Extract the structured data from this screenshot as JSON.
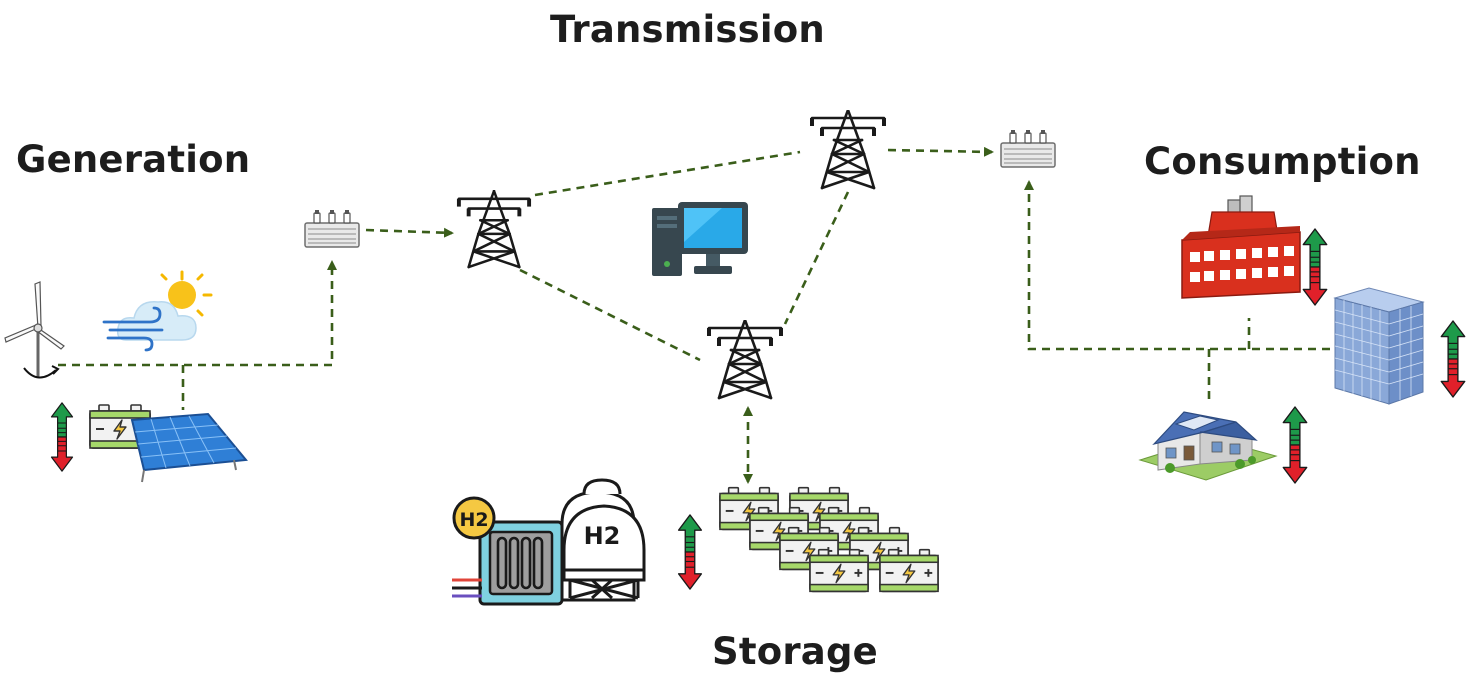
{
  "headings": {
    "transmission": "Transmission",
    "generation": "Generation",
    "consumption": "Consumption",
    "storage": "Storage"
  },
  "colors": {
    "connection_line": "#3a5e1a",
    "arrow_up": "#1e9a4a",
    "arrow_down": "#e0202a",
    "battery_body": "#f2f2f2",
    "battery_band": "#a6d86a",
    "pylon": "#1a1a1a",
    "factory": "#d9301e",
    "office": "#8aa8d8",
    "house_roof": "#4a6fb5",
    "solar_panel": "#2f7fd6",
    "monitor_screen": "#29a9e8",
    "hydrogen_badge": "#f5c842"
  },
  "icons": {
    "hydrogen_label": "H2"
  }
}
